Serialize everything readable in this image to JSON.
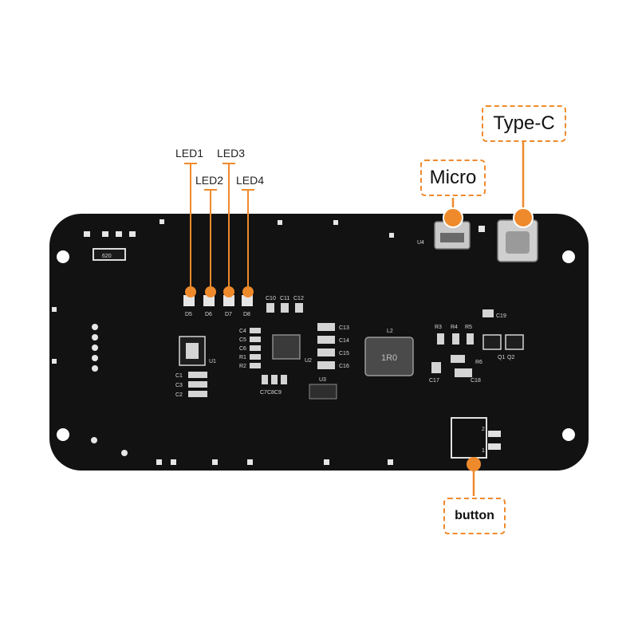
{
  "callouts": {
    "led1": "LED1",
    "led2": "LED2",
    "led3": "LED3",
    "led4": "LED4",
    "micro": "Micro",
    "type_c": "Type-C",
    "button": "button"
  },
  "silkscreen": {
    "resistor_620": "620",
    "u4": "U4",
    "d5": "D5",
    "d6": "D6",
    "d7": "D7",
    "d8": "D8",
    "c10": "C10",
    "c11": "C11",
    "c12": "C12",
    "c4": "C4",
    "c5": "C5",
    "c6": "C6",
    "r1": "R1",
    "r2": "R2",
    "u1": "U1",
    "u2": "U2",
    "u3": "U3",
    "c1": "C1",
    "c2": "C2",
    "c3": "C3",
    "c7c8c9": "C7C8C9",
    "c13": "C13",
    "c14": "C14",
    "c15": "C15",
    "c16": "C16",
    "l2": "L2",
    "inductor_1r0": "1R0",
    "r3": "R3",
    "r4": "R4",
    "r5": "R5",
    "c19": "C19",
    "r6": "R6",
    "q1": "Q1",
    "q2": "Q2",
    "c17": "C17",
    "c18": "C18",
    "btn_1": "1",
    "btn_2": "2"
  },
  "colors": {
    "accent": "#ef8a2c",
    "board": "#121212",
    "silk": "#d8d8d8"
  }
}
